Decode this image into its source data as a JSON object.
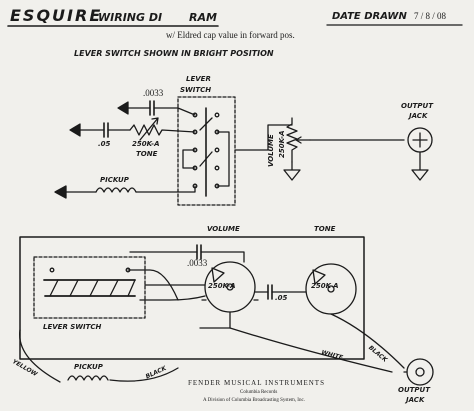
{
  "header": {
    "title_a": "ESQUIRE",
    "title_b": "WIRING DI",
    "title_c": "RAM",
    "date_label": "DATE DRAWN",
    "date_value": "7 / 8 / 08",
    "note": "w/ Eldred cap value in forward pos.",
    "subtitle": "LEVER SWITCH SHOWN IN BRIGHT POSITION"
  },
  "schematic": {
    "cap_value": ".0033",
    "lever_switch_label_1": "LEVER",
    "lever_switch_label_2": "SWITCH",
    "cap2_value": ".05",
    "tone_pot_value": "250K-A",
    "tone_label": "TONE",
    "pickup_label": "PICKUP",
    "volume_label": "VOLUME",
    "volume_pot_value": "250K-A",
    "output_label_1": "OUTPUT",
    "output_label_2": "JACK"
  },
  "layout_view": {
    "volume_label": "VOLUME",
    "tone_label": "TONE",
    "cap_value": ".0033",
    "volume_pot_value": "250K-A",
    "cap2_value": ".05",
    "tone_pot_value": "250K-A",
    "lever_switch_label": "LEVER SWITCH",
    "pickup_label": "PICKUP",
    "wire_yellow": "YELLOW",
    "wire_black_1": "BLACK",
    "wire_white": "WHITE",
    "wire_black_2": "BLACK",
    "output_label_1": "OUTPUT",
    "output_label_2": "JACK"
  },
  "footer": {
    "company": "FENDER MUSICAL INSTRUMENTS",
    "line2": "Columbia Records",
    "line3": "A Division of Columbia Broadcasting System, Inc."
  },
  "colors": {
    "ink": "#1b1b1b",
    "paper": "#f1f0ec"
  }
}
